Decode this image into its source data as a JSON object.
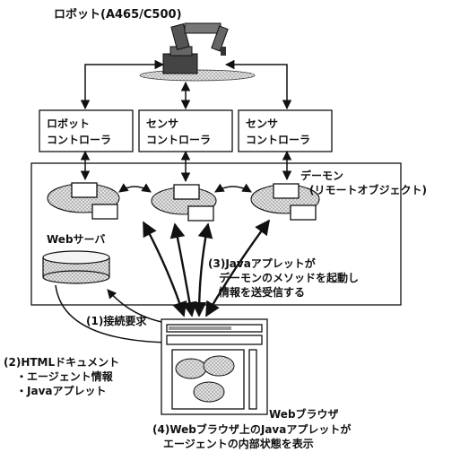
{
  "robot_label": "ロボット(A465/C500)",
  "controllers": [
    {
      "line1": "ロボット",
      "line2": "コントローラ"
    },
    {
      "line1": "センサ",
      "line2": "コントローラ"
    },
    {
      "line1": "センサ",
      "line2": "コントローラ"
    }
  ],
  "daemon_label": {
    "line1": "デーモン",
    "line2": "(リモートオブジェクト)"
  },
  "web_server_label": "Webサーバ",
  "step3": {
    "line1": "(3)Javaアプレットが",
    "line2": "デーモンのメソッドを起動し",
    "line3": "情報を送受信する"
  },
  "step1": "(1)接続要求",
  "step2": {
    "line1": "(2)HTMLドキュメント",
    "line2": "・エージェント情報",
    "line3": "・Javaアプレット"
  },
  "web_browser_label": "Webブラウザ",
  "step4": {
    "line1": "(4)Webブラウザ上のJavaアプレットが",
    "line2": "エージェントの内部状態を表示"
  }
}
